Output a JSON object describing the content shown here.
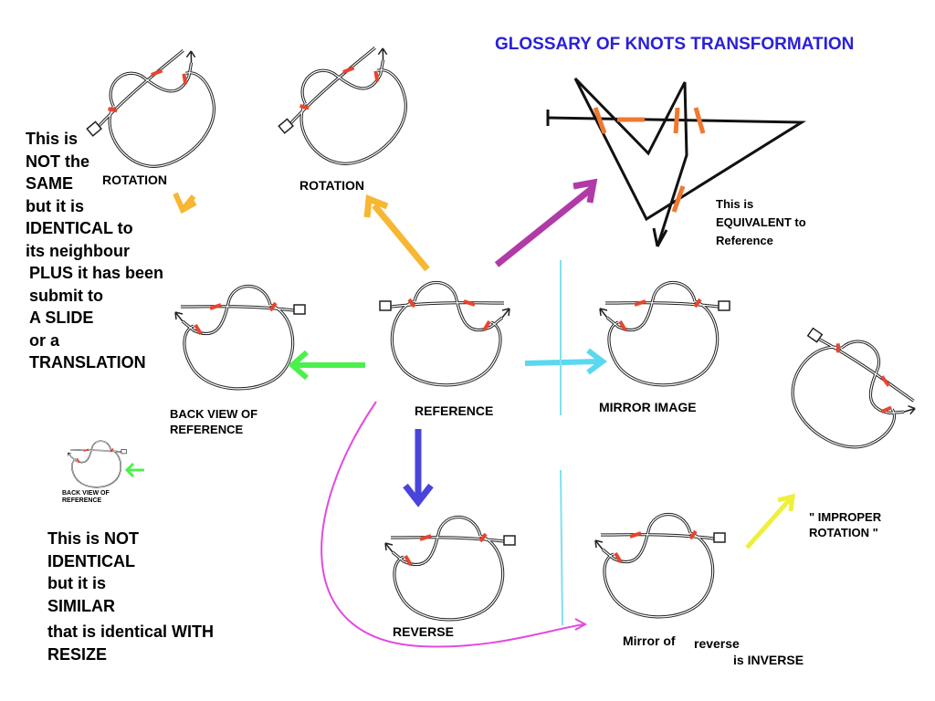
{
  "title": "GLOSSARY OF KNOTS TRANSFORMATION",
  "labels": {
    "reference": "REFERENCE",
    "rotation_1": "ROTATION",
    "rotation_2": "ROTATION",
    "back_view": [
      "BACK VIEW OF",
      "REFERENCE"
    ],
    "back_view_small": [
      "BACK VIEW OF",
      "REFERENCE"
    ],
    "mirror_image": "MIRROR IMAGE",
    "reverse": "REVERSE",
    "mirror_of": "Mirror of",
    "reverse_word": "reverse",
    "is_inverse": "is INVERSE",
    "improper_rotation": [
      "\" IMPROPER",
      "ROTATION \""
    ],
    "equivalent": [
      "This is",
      "EQUIVALENT to",
      "Reference"
    ]
  },
  "notes": {
    "not_same": [
      "This is",
      "NOT the",
      "SAME",
      "but it is",
      "IDENTICAL to",
      "its neighbour",
      "PLUS it has been",
      "submit to",
      "A SLIDE",
      "or a",
      "TRANSLATION"
    ],
    "not_identical": [
      "This is NOT",
      "IDENTICAL",
      "but it is",
      "SIMILAR",
      "that is identical WITH",
      "RESIZE"
    ]
  },
  "colors": {
    "title": "#2b20d8",
    "arrow_rotation": "#f7b733",
    "arrow_equivalent": "#b03aa8",
    "arrow_back_view": "#4cf04c",
    "arrow_mirror": "#5ad8f0",
    "arrow_reverse": "#4a44dd",
    "arrow_improper": "#eef03a",
    "arrow_inverse": "#e24ae0",
    "mirror_line": "#7fe0f0",
    "rope_mark": "#e8452f",
    "polyline_mark": "#f07830"
  }
}
